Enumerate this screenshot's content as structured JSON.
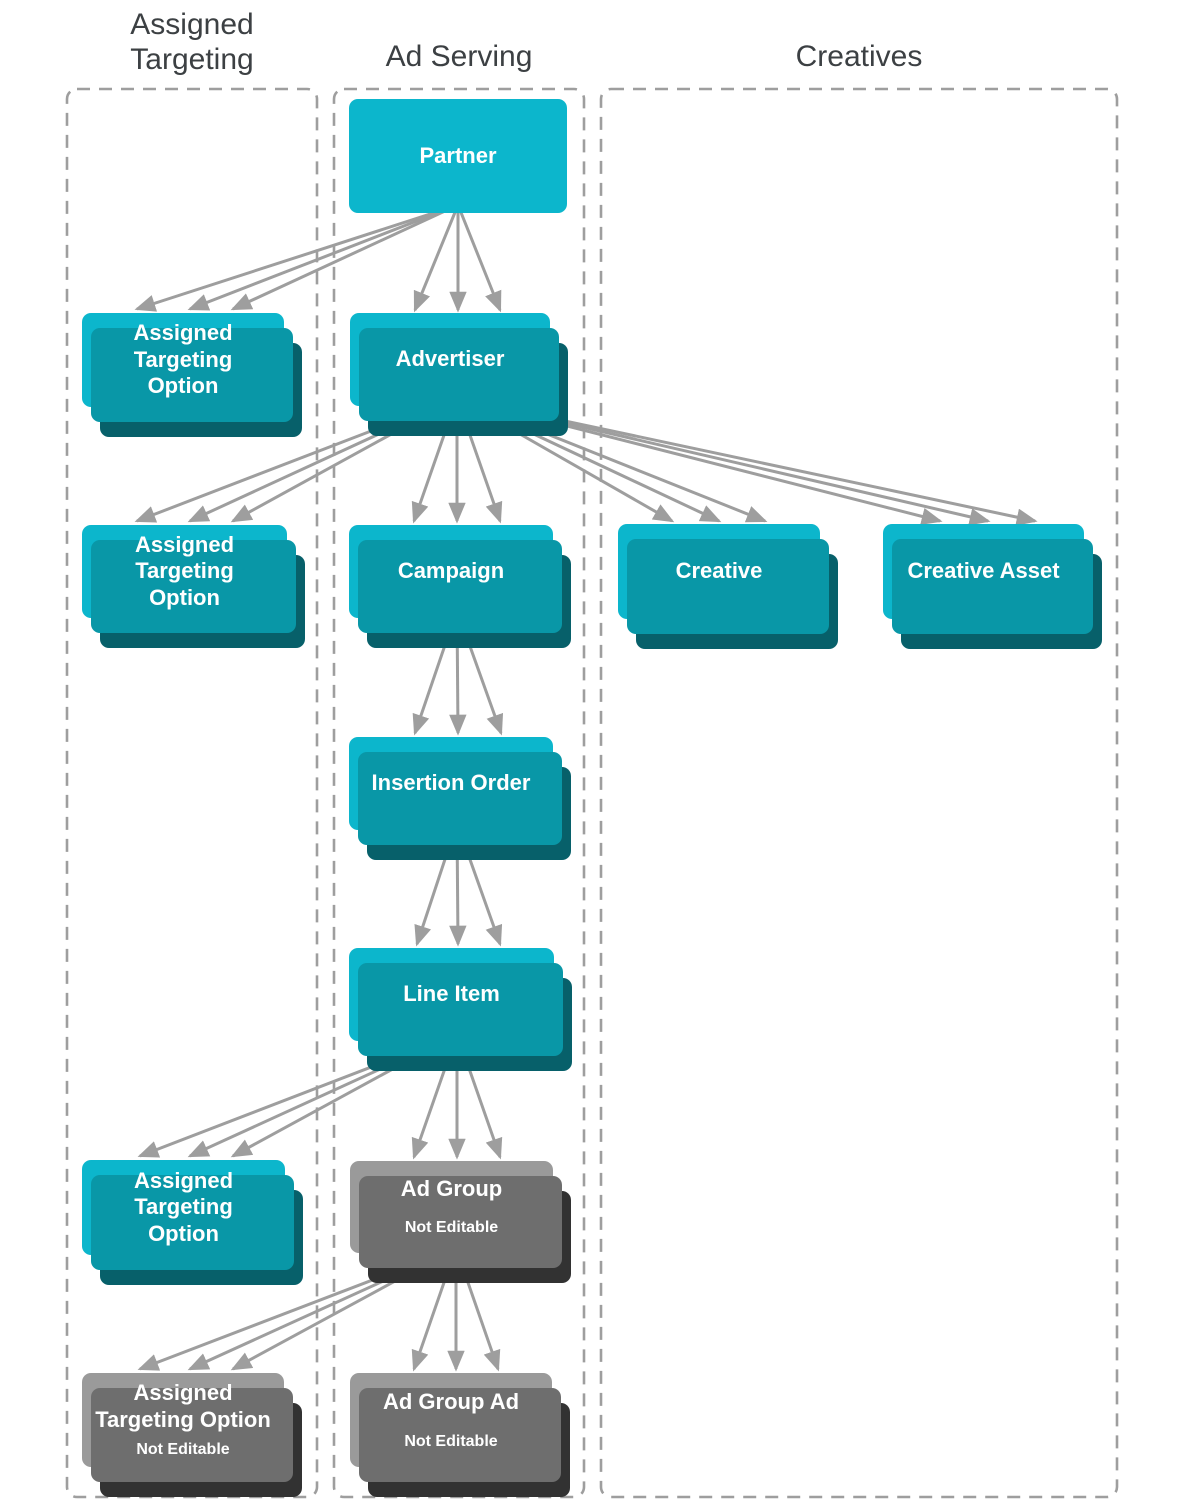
{
  "columns": [
    {
      "label": "Assigned Targeting"
    },
    {
      "label": "Ad Serving"
    },
    {
      "label": "Creatives"
    }
  ],
  "nodes": {
    "partner": {
      "label": "Partner",
      "editable": true
    },
    "ato_partner": {
      "label": "Assigned Targeting Option",
      "editable": true
    },
    "advertiser": {
      "label": "Advertiser",
      "editable": true
    },
    "ato_advertiser": {
      "label": "Assigned Targeting Option",
      "editable": true
    },
    "campaign": {
      "label": "Campaign",
      "editable": true
    },
    "creative": {
      "label": "Creative",
      "editable": true
    },
    "creative_asset": {
      "label": "Creative Asset",
      "editable": true
    },
    "insertion_order": {
      "label": "Insertion Order",
      "editable": true
    },
    "line_item": {
      "label": "Line Item",
      "editable": true
    },
    "ato_line_item": {
      "label": "Assigned Targeting Option",
      "editable": true
    },
    "ad_group": {
      "label": "Ad Group",
      "note": "Not Editable",
      "editable": false
    },
    "ato_ad_group": {
      "label": "Assigned Targeting Option",
      "note": "Not Editable",
      "editable": false
    },
    "ad_group_ad": {
      "label": "Ad Group Ad",
      "note": "Not Editable",
      "editable": false
    }
  },
  "edges": [
    {
      "from": "Partner",
      "to": "Assigned Targeting Option",
      "arrows": 3,
      "cardinality": "one-to-many"
    },
    {
      "from": "Partner",
      "to": "Advertiser",
      "arrows": 3,
      "cardinality": "one-to-many"
    },
    {
      "from": "Advertiser",
      "to": "Assigned Targeting Option",
      "arrows": 3,
      "cardinality": "one-to-many"
    },
    {
      "from": "Advertiser",
      "to": "Campaign",
      "arrows": 3,
      "cardinality": "one-to-many"
    },
    {
      "from": "Advertiser",
      "to": "Creative",
      "arrows": 3,
      "cardinality": "one-to-many"
    },
    {
      "from": "Advertiser",
      "to": "Creative Asset",
      "arrows": 3,
      "cardinality": "one-to-many"
    },
    {
      "from": "Campaign",
      "to": "Insertion Order",
      "arrows": 3,
      "cardinality": "one-to-many"
    },
    {
      "from": "Insertion Order",
      "to": "Line Item",
      "arrows": 3,
      "cardinality": "one-to-many"
    },
    {
      "from": "Line Item",
      "to": "Assigned Targeting Option",
      "arrows": 3,
      "cardinality": "one-to-many"
    },
    {
      "from": "Line Item",
      "to": "Ad Group",
      "arrows": 3,
      "cardinality": "one-to-many"
    },
    {
      "from": "Ad Group",
      "to": "Assigned Targeting Option (Not Editable)",
      "arrows": 3,
      "cardinality": "one-to-many"
    },
    {
      "from": "Ad Group",
      "to": "Ad Group Ad",
      "arrows": 3,
      "cardinality": "one-to-many"
    }
  ],
  "colors": {
    "node_cyan": "#0cb6cc",
    "node_cyan_l2": "#0997a7",
    "node_cyan_l3": "#07606a",
    "node_gray": "#9a9a9a",
    "node_gray_l2": "#6e6e6e",
    "node_gray_l3": "#323232",
    "arrow": "#9e9e9e",
    "frame": "#9e9e9e",
    "header_text": "#3c4043",
    "node_text": "#ffffff"
  }
}
